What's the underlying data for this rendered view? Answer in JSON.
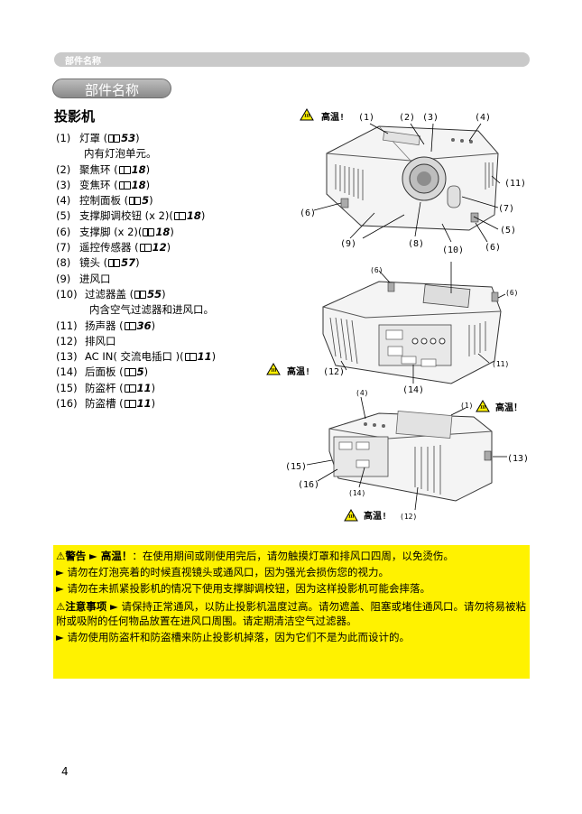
{
  "header": {
    "label": "部件名称"
  },
  "section": {
    "title": "部件名称",
    "subtitle": "投影机"
  },
  "parts": [
    {
      "num": "(1)",
      "name": "灯罩 (",
      "ref": "53",
      "tail": ")",
      "sub": "内有灯泡单元。"
    },
    {
      "num": "(2)",
      "name": "聚焦环 (",
      "ref": "18",
      "tail": ")"
    },
    {
      "num": "(3)",
      "name": "变焦环 (",
      "ref": "18",
      "tail": ")"
    },
    {
      "num": "(4)",
      "name": "控制面板 (",
      "ref": "5",
      "tail": ")"
    },
    {
      "num": "(5)",
      "name": "支撑脚调校钮 (x 2)(",
      "ref": "18",
      "tail": ")"
    },
    {
      "num": "(6)",
      "name": "支撑脚 (x 2)(",
      "ref": "18",
      "tail": ")"
    },
    {
      "num": "(7)",
      "name": "遥控传感器 (",
      "ref": "12",
      "tail": ")"
    },
    {
      "num": "(8)",
      "name": "镜头 (",
      "ref": "57",
      "tail": ")"
    },
    {
      "num": "(9)",
      "name": "进风口"
    },
    {
      "num": "(10)",
      "name": "过滤器盖 (",
      "ref": "55",
      "tail": ")",
      "sub": "内含空气过滤器和进风口。"
    },
    {
      "num": "(11)",
      "name": "扬声器 (",
      "ref": "36",
      "tail": ")"
    },
    {
      "num": "(12)",
      "name": "排风口"
    },
    {
      "num": "(13)",
      "name": "AC IN( 交流电插口 )(",
      "ref": "11",
      "tail": ")"
    },
    {
      "num": "(14)",
      "name": "后面板 (",
      "ref": "5",
      "tail": ")"
    },
    {
      "num": "(15)",
      "name": "防盗杆 (",
      "ref": "11",
      "tail": ")"
    },
    {
      "num": "(16)",
      "name": "防盗槽 (",
      "ref": "11",
      "tail": ")"
    }
  ],
  "figures": {
    "hot_label": "高温!",
    "hot_label_wide": "高温！",
    "front_labels": [
      "(1)",
      "(2)",
      "(3)",
      "(4)",
      "(11)",
      "(6)",
      "(7)",
      "(5)",
      "(9)",
      "(8)",
      "(10)",
      "(6)"
    ],
    "rear_labels": [
      "(6)",
      "(6)",
      "(11)",
      "(12)",
      "(14)"
    ],
    "back_labels": [
      "(4)",
      "(1)",
      "(13)",
      "(15)",
      "(16)",
      "(14)",
      "(12)"
    ]
  },
  "warnings": {
    "warning_title": "警告",
    "hot_tag": "► 高温！",
    "warning_text": "：在使用期间或刚使用完后，请勿触摸灯罩和排风口四周，以免烫伤。",
    "bullet1": "► 请勿在灯泡亮着的时候直视镜头或通风口，因为强光会损伤您的视力。",
    "bullet2": "► 请勿在未抓紧投影机的情况下使用支撑脚调校钮，因为这样投影机可能会摔落。",
    "caution_title": "注意事项",
    "caution_text": "► 请保持正常通风，以防止投影机温度过高。请勿遮盖、阻塞或堵住通风口。请勿将易被粘附或吸附的任何物品放置在进风口周围。请定期清洁空气过滤器。",
    "bullet3": "► 请勿使用防盗杆和防盗槽来防止投影机掉落，因为它们不是为此而设计的。"
  },
  "page": {
    "number": "4"
  },
  "colors": {
    "warning_bg": "#fff200",
    "header_gray": "#c9c9c9"
  }
}
